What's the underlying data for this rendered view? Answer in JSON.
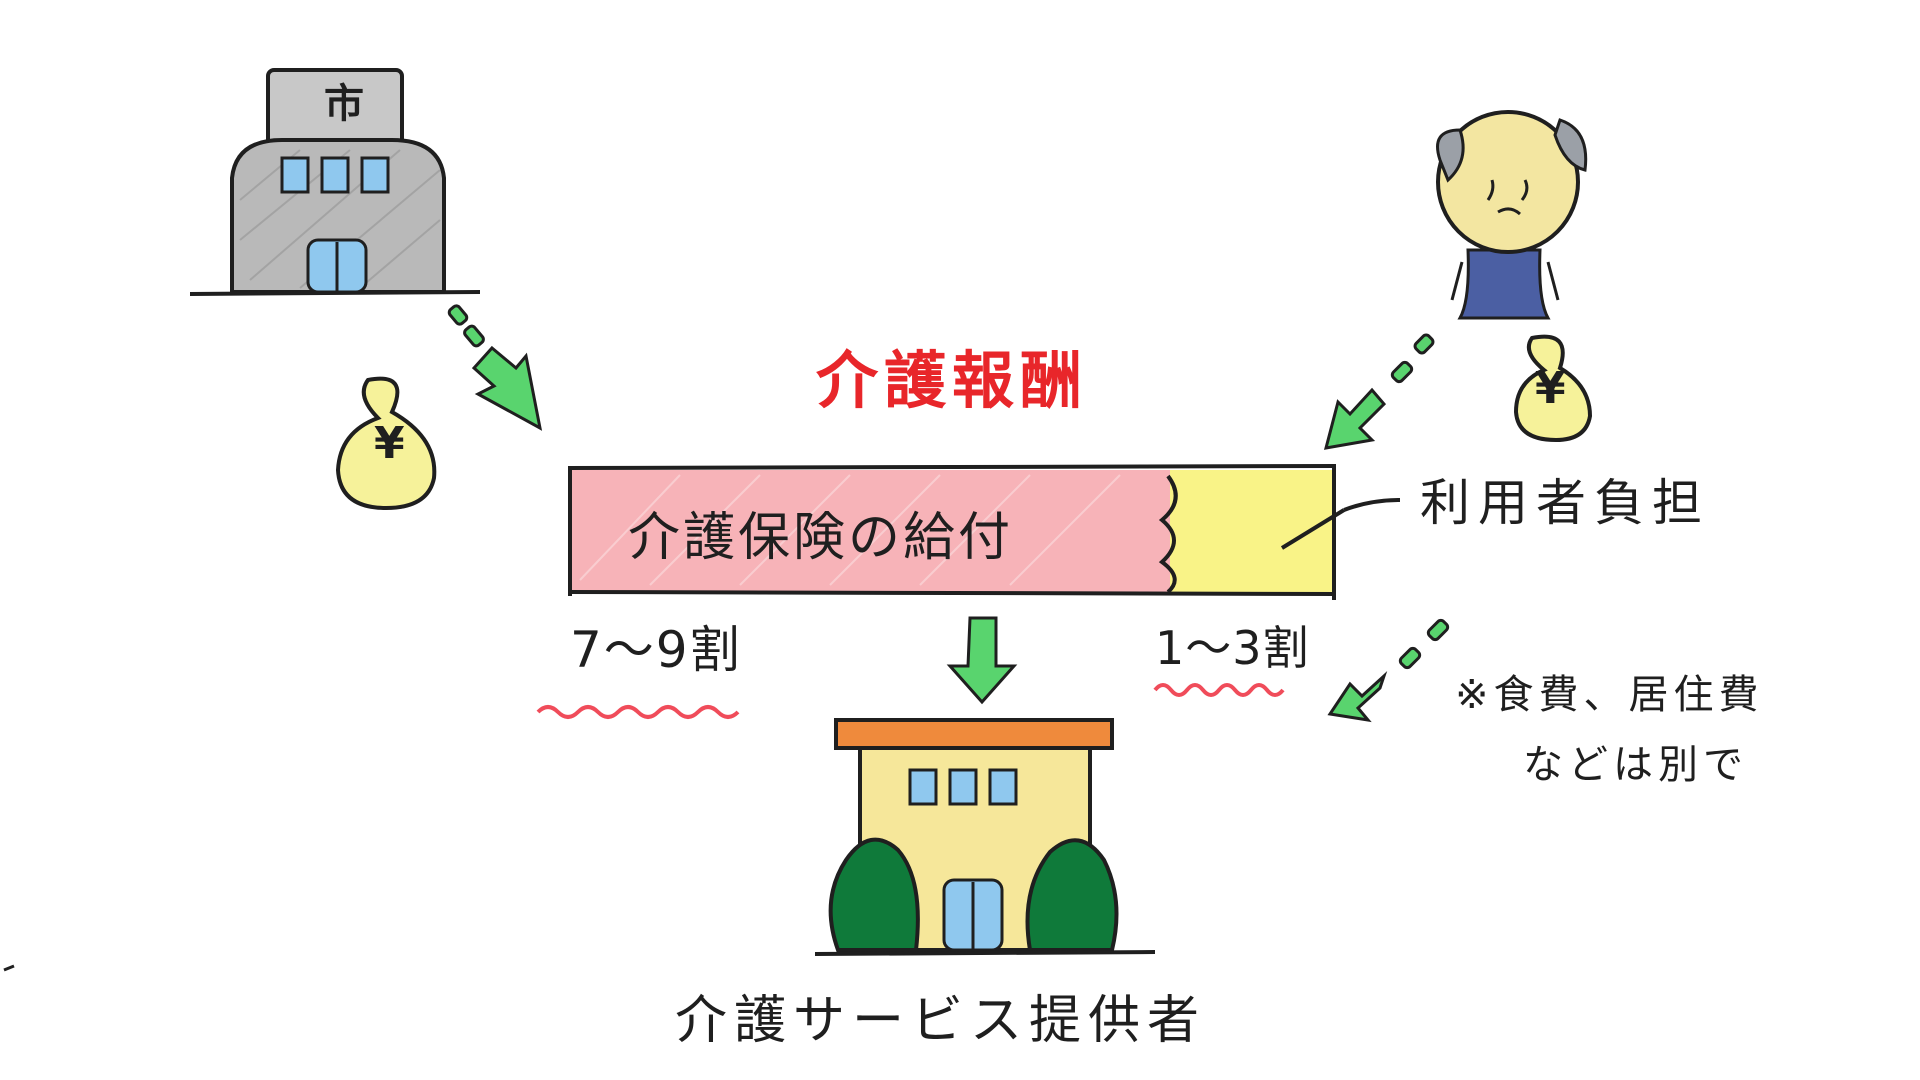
{
  "title": "介護報酬",
  "bar": {
    "left_label": "介護保険の給付",
    "left_percent": "7～9割",
    "right_percent": "1～3割",
    "right_label": "利用者負担",
    "left_color": "#f6a6ab",
    "right_color": "#f8f27a"
  },
  "note": {
    "line1": "※食費、居住費",
    "line2": "などは別で"
  },
  "provider_label": "介護サービス提供者",
  "city_sign": "市",
  "money_symbol": "¥",
  "icons": {
    "city": "city-hall-building-icon",
    "user": "elderly-person-icon",
    "provider": "care-facility-building-icon",
    "money": "yen-money-bag-icon",
    "arrow": "green-arrow-icon"
  },
  "colors": {
    "title": "#e8262a",
    "arrow_green": "#59d46e",
    "city_gray": "#b9b9b9",
    "facility_yellow": "#f6e79a",
    "facility_roof": "#ef8a3c",
    "tree_green": "#0f7a3a",
    "window_blue": "#8fc8ee",
    "person_shirt": "#4b5fa3",
    "person_face": "#f3e6a1",
    "underline_red": "#f04c5a"
  }
}
